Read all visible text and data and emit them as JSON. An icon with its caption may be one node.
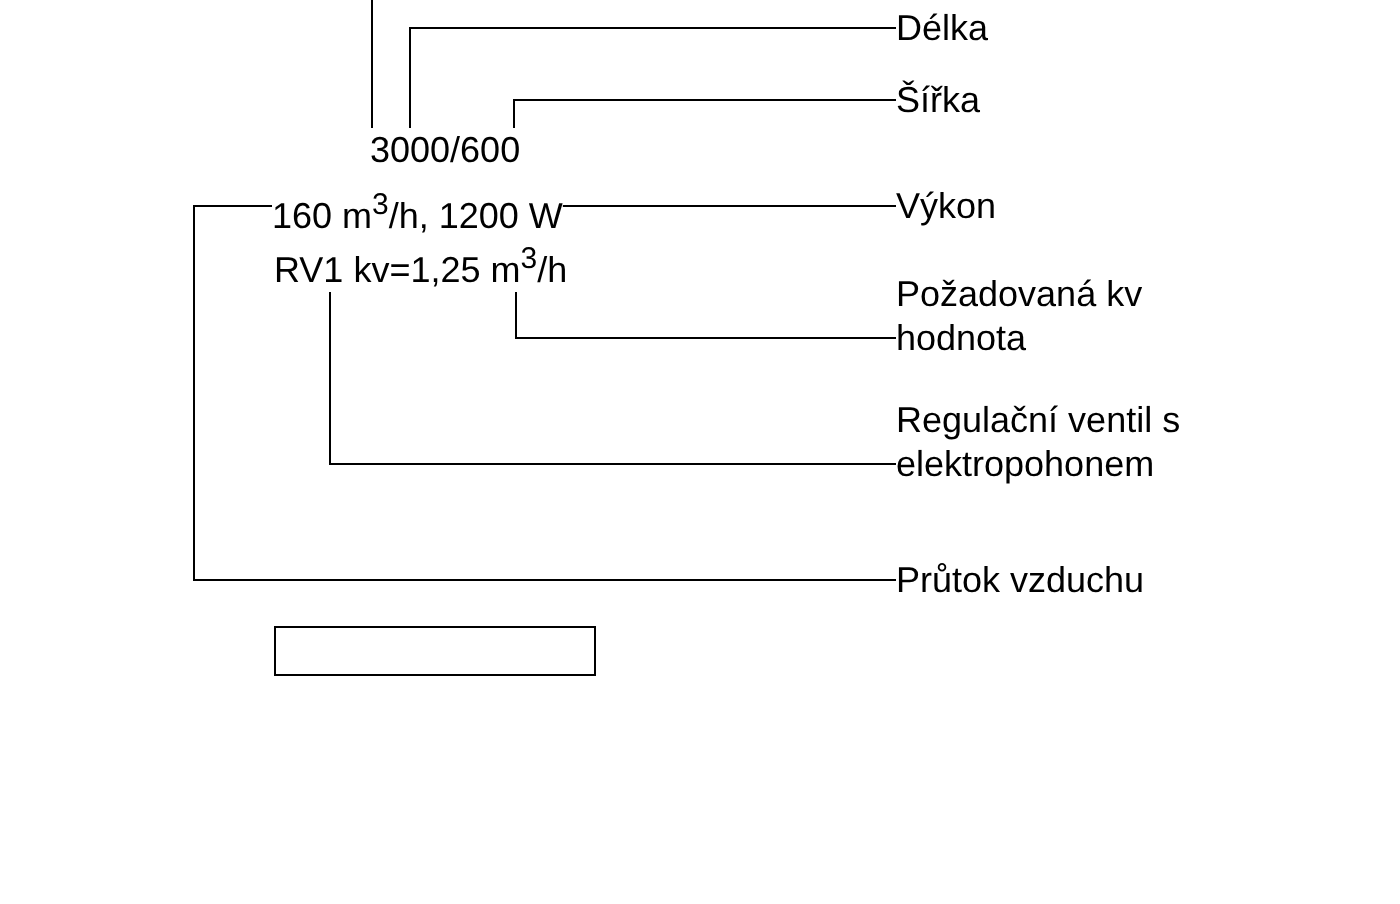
{
  "diagram": {
    "nodes": [
      {
        "text": [
          "3000/600"
        ]
      },
      {
        "text": [
          "160 m$^{3}$/h, 1200 W"
        ]
      },
      {
        "text": [
          "RV1 kv=1,25 m$^{3}$/h"
        ]
      },
      {
        "text": [
          "Délka"
        ]
      },
      {
        "text": [
          "Šířka"
        ]
      },
      {
        "text": [
          "Výkon"
        ]
      },
      {
        "text": [
          "Požadovaná kv hodnota"
        ]
      },
      {
        "text": [
          "Regulační ventil s elektropohonem"
        ]
      },
      {
        "text": [
          "Průtok vzduchu"
        ]
      },
      {
        "text": [],
        "shape": "box"
      }
    ],
    "edges": [
      {
        "from": 3,
        "to": 0,
        "arrow": "none"
      },
      {
        "from": 4,
        "to": 0,
        "arrow": "none"
      },
      {
        "from": 5,
        "to": 1,
        "arrow": "none"
      },
      {
        "from": 6,
        "to": 2,
        "arrow": "none"
      },
      {
        "from": 7,
        "to": 2,
        "arrow": "none"
      },
      {
        "from": 8,
        "to": 1,
        "arrow": "none"
      },
      {
        "from": 0,
        "to": null,
        "arrow": "none"
      }
    ]
  }
}
